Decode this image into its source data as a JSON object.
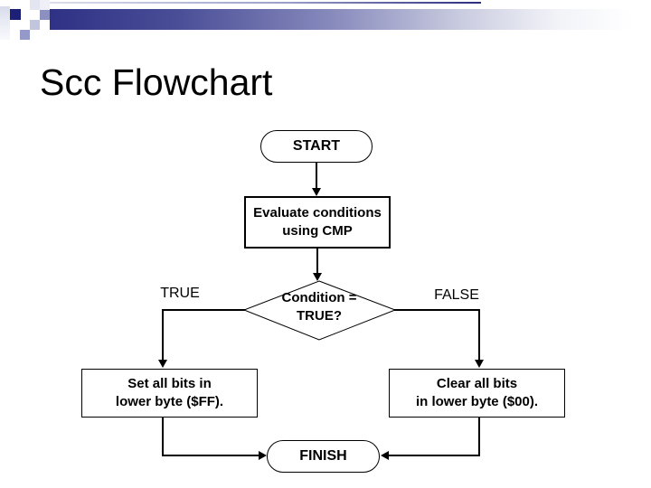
{
  "slide": {
    "title": "Scc Flowchart"
  },
  "flowchart": {
    "start": {
      "label": "START"
    },
    "evaluate": {
      "line1": "Evaluate conditions",
      "line2": "using CMP"
    },
    "condition": {
      "line1": "Condition =",
      "line2": "TRUE?"
    },
    "branch_true": {
      "label": "TRUE"
    },
    "branch_false": {
      "label": "FALSE"
    },
    "set_bits": {
      "line1": "Set all bits in",
      "line2": "lower byte ($FF)."
    },
    "clear_bits": {
      "line1": "Clear all bits",
      "line2": "in lower byte ($00)."
    },
    "finish": {
      "label": "FINISH"
    }
  },
  "colors": {
    "accent_navy": "#2e3185",
    "accent_square_navy": "#1c2076",
    "shape_border": "#000000",
    "shape_fill": "#ffffff",
    "text": "#000000",
    "background": "#ffffff"
  }
}
